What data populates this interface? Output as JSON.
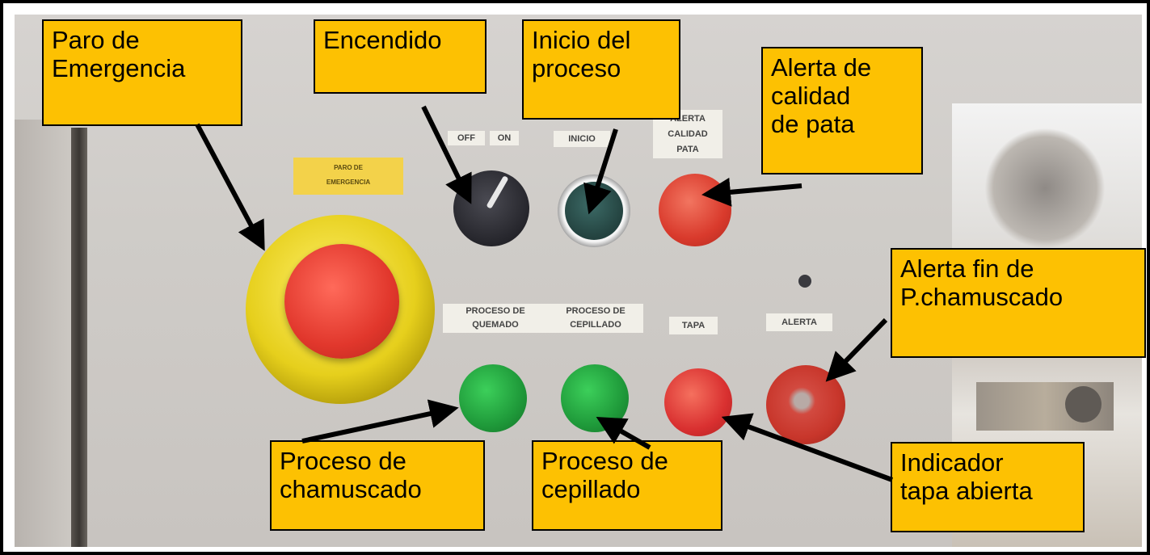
{
  "callouts": {
    "paro_emergencia": "Paro de\nEmergencia",
    "encendido": "Encendido",
    "inicio_proceso": "Inicio del\nproceso",
    "alerta_calidad": "Alerta de\ncalidad\nde pata",
    "alerta_fin": "Alerta fin de\nP.chamuscado",
    "proceso_chamuscado": "Proceso de\nchamuscado",
    "proceso_cepillado": "Proceso de\ncepillado",
    "indicador_tapa": "Indicador\ntapa abierta"
  },
  "panel_labels": {
    "paro_plate": "PARO DE\nEMERGENCIA",
    "off": "OFF",
    "on": "ON",
    "inicio": "INICIO",
    "calidad_pata": "ALERTA\nCALIDAD\nPATA",
    "proceso_quemado": "PROCESO DE\nQUEMADO",
    "proceso_cepillado": "PROCESO DE\nCEPILLADO",
    "tapa": "TAPA",
    "alerta": "ALERTA"
  },
  "colors": {
    "callout_bg": "#fdc102",
    "panel": "#cfccc8",
    "green_light": "#1f9a3a",
    "red_light": "#d93030",
    "estop_ring": "#e8d21a"
  }
}
